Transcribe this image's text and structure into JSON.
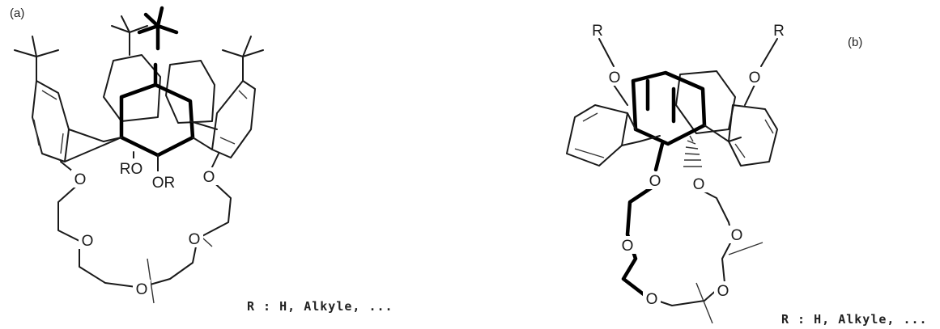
{
  "panels": [
    {
      "label": "(a)",
      "legend": "R : H, Alkyle, ...",
      "atoms": {
        "oxygen": "O",
        "ro": "RO",
        "or": "OR"
      }
    },
    {
      "label": "(b)",
      "legend": "R : H, Alkyle, ...",
      "atoms": {
        "oxygen": "O",
        "r": "R"
      }
    }
  ],
  "colors": {
    "bond": "#1a1a1a",
    "background": "#ffffff"
  }
}
